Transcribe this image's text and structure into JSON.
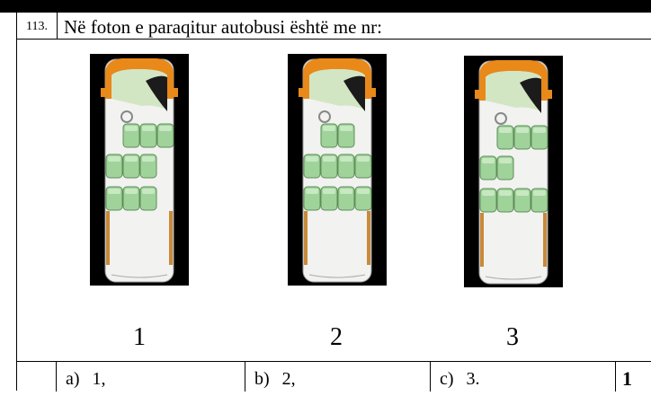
{
  "question": {
    "number": "113.",
    "text": "Në foton e paraqitur autobusi është me nr:"
  },
  "buses": [
    {
      "label": "1",
      "seat_rows": [
        [
          0,
          1,
          1,
          1
        ],
        [
          1,
          1,
          1,
          0
        ],
        [
          1,
          1,
          1,
          0
        ]
      ]
    },
    {
      "label": "2",
      "seat_rows": [
        [
          0,
          1,
          1,
          0
        ],
        [
          1,
          1,
          1,
          1
        ],
        [
          1,
          1,
          1,
          1
        ]
      ]
    },
    {
      "label": "3",
      "seat_rows": [
        [
          0,
          1,
          1,
          1
        ],
        [
          1,
          1,
          0,
          0
        ],
        [
          1,
          1,
          1,
          1
        ]
      ]
    }
  ],
  "answers": [
    {
      "letter": "a)",
      "value": "1,"
    },
    {
      "letter": "b)",
      "value": "2,"
    },
    {
      "letter": "c)",
      "value": "3."
    }
  ],
  "points": "1",
  "colors": {
    "body": "#f2f2f0",
    "cab": "#e8891a",
    "windshield": "#d2e6c4",
    "seat": "#9fd39a",
    "seat_border": "#5f8c5a",
    "frame": "#000000"
  }
}
